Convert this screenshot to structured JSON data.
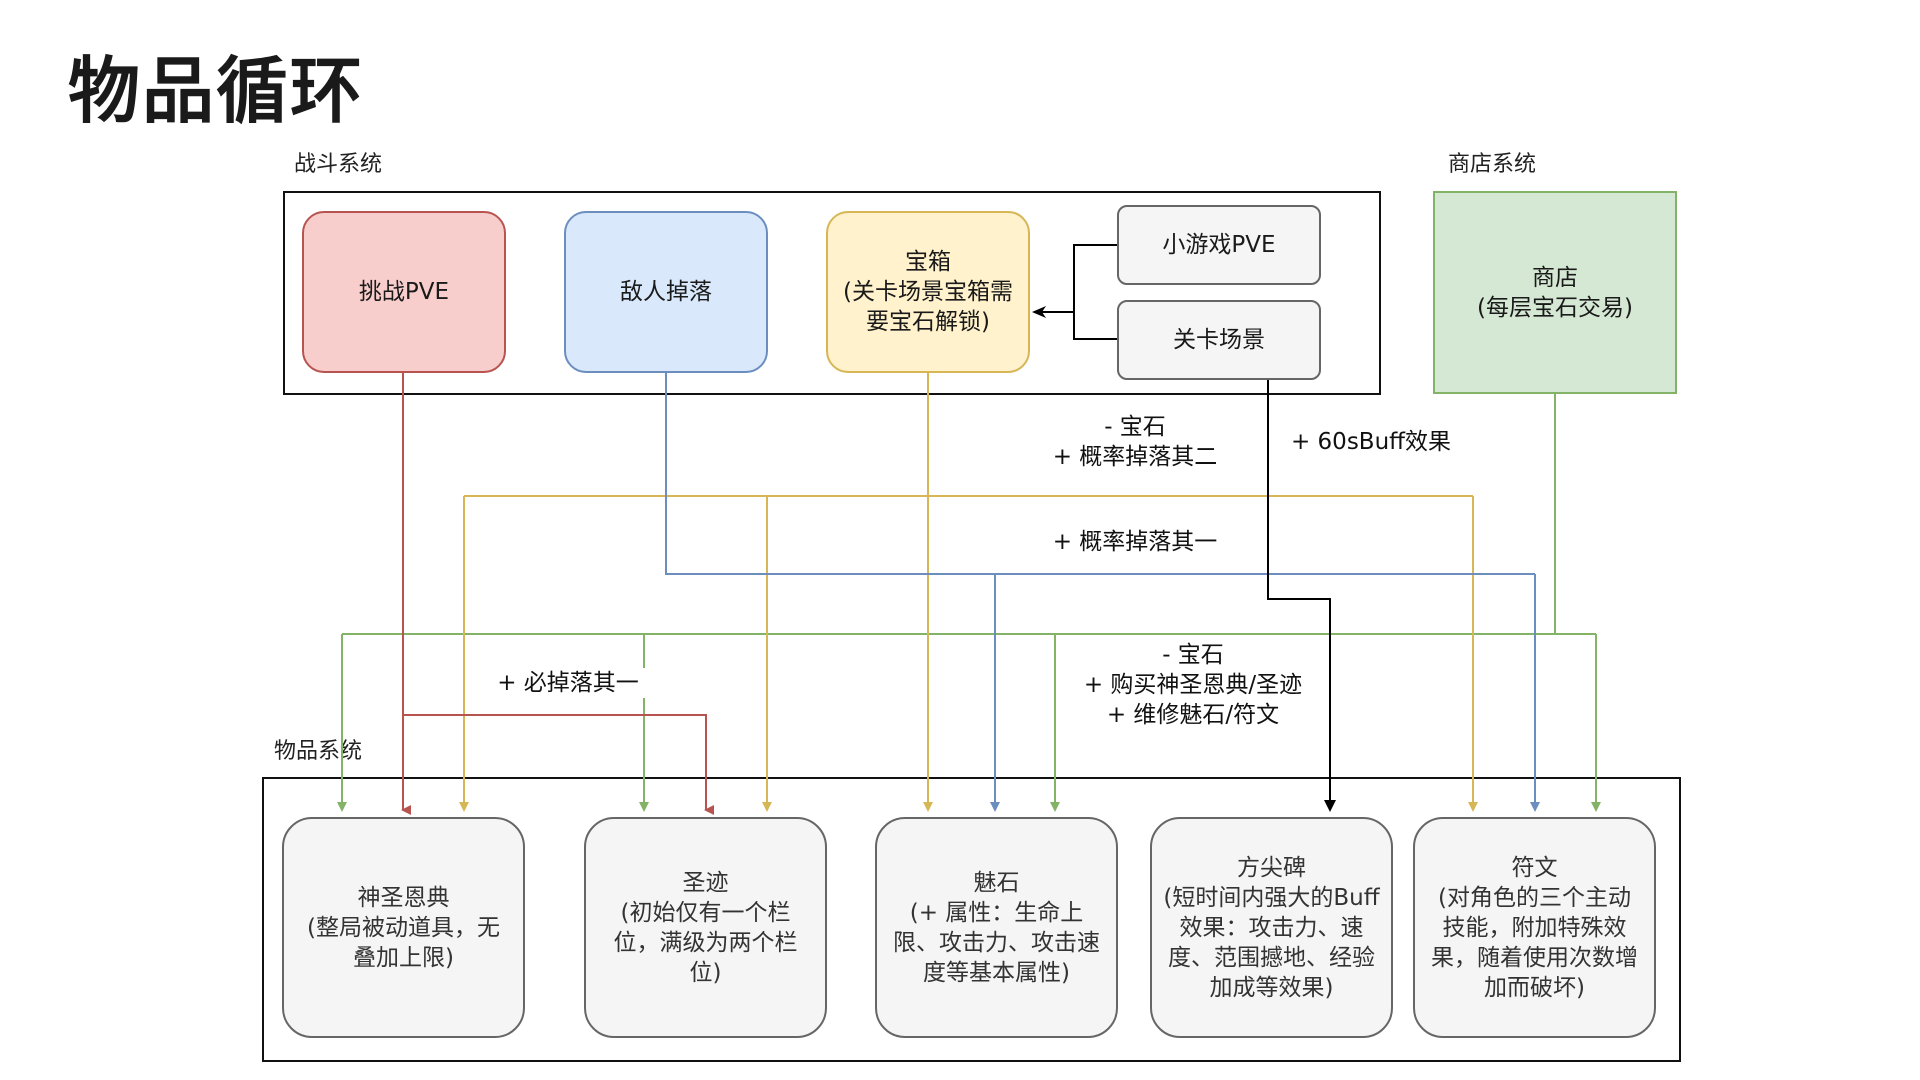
{
  "title": "物品循环",
  "groups": {
    "combat": "战斗系统",
    "shop": "商店系统",
    "items": "物品系统"
  },
  "combat_nodes": {
    "challenge": "挑战PVE",
    "enemy_drop": "敌人掉落",
    "chest": "宝箱\n(关卡场景宝箱需\n要宝石解锁)",
    "minigame": "小游戏PVE",
    "level_scene": "关卡场景"
  },
  "shop_node": "商店\n(每层宝石交易)",
  "item_nodes": {
    "grace": "神圣恩典\n(整局被动道具，无\n叠加上限)",
    "relic": "圣迹\n(初始仅有一个栏\n位，满级为两个栏\n位)",
    "charm": "魅石\n(+ 属性：生命上\n限、攻击力、攻击速\n度等基本属性)",
    "obelisk": "方尖碑\n(短时间内强大的Buff\n效果：攻击力、速\n度、范围撼地、经验\n加成等效果)",
    "rune": "符文\n(对角色的三个主动\n技能，附加特殊效\n果，随着使用次数增\n加而破坏)"
  },
  "edge_labels": {
    "chest_gem": "- 宝石\n+ 概率掉落其二",
    "buff60": "+ 60sBuff效果",
    "drop_one": "+ 概率掉落其一",
    "must_drop": "+ 必掉落其一",
    "shop_trade": "- 宝石\n+ 购买神圣恩典/圣迹\n+ 维修魅石/符文"
  },
  "colors": {
    "red": "#b85450",
    "blue": "#6c8ebf",
    "yellow": "#d6b656",
    "green": "#82b366",
    "black": "#000000"
  }
}
